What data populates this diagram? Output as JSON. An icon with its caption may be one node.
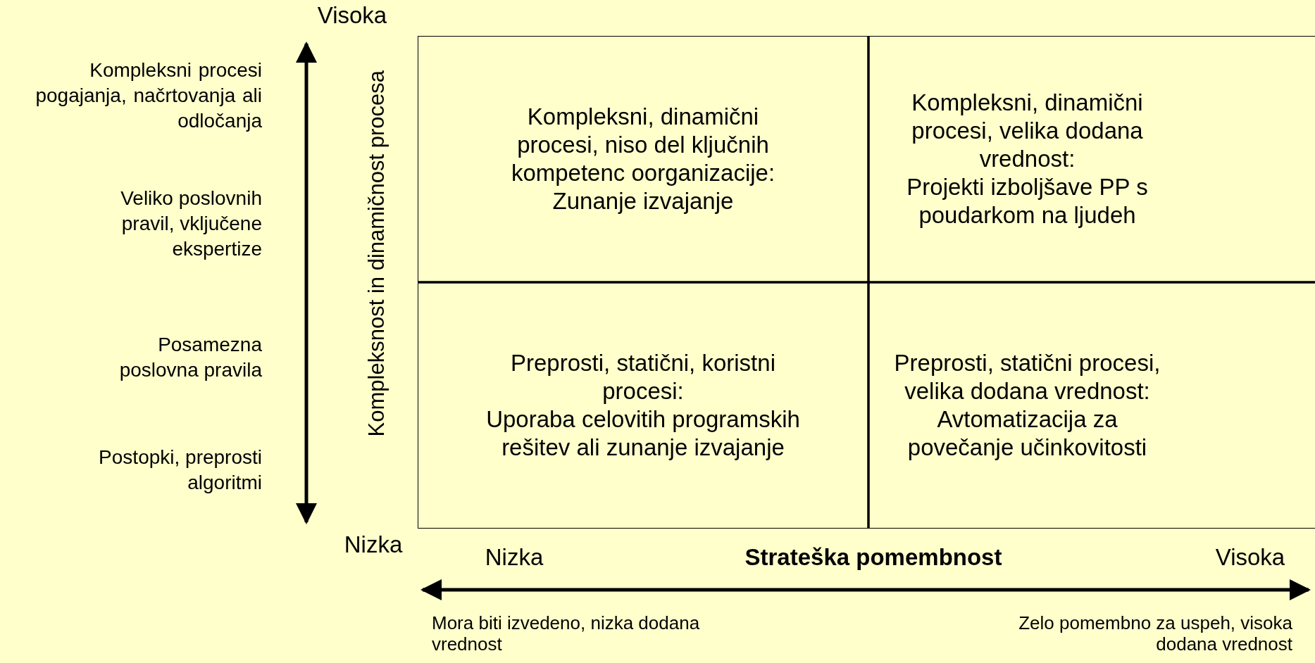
{
  "diagram": {
    "nodes": [
      {
        "text": [
          "Kompleksni, dinamični procesi, niso del ključnih kompetenc oorganizacije:",
          "Zunanje izvajanje"
        ]
      },
      {
        "text": [
          "Kompleksni, dinamični procesi, velika dodana vrednost:",
          "Projekti izboljšave PP s poudarkom na ljudeh"
        ]
      },
      {
        "text": [
          "Preprosti, statični, koristni procesi:",
          "Uporaba celovitih programskih rešitev ali zunanje izvajanje"
        ]
      },
      {
        "text": [
          "Preprosti, statični procesi, velika dodana vrednost:",
          "Avtomatizacija za povečanje učinkovitosti"
        ]
      }
    ],
    "edges": [],
    "labels": [
      "Visoka",
      "Kompleksni procesi pogajanja, načrtovanja ali odločanja",
      "Kompleksnost in dinamičnost procesa",
      "Veliko poslovnih pravil, vključene ekspertize",
      "Posamezna poslovna pravila",
      "Postopki, preprosti algoritmi",
      "Nizka",
      "Nizka",
      "Strateška pomembnost",
      "Visoka",
      "Mora biti izvedeno, nizka dodana vrednost",
      "Zelo pomembno za uspeh, visoka dodana vrednost"
    ]
  }
}
